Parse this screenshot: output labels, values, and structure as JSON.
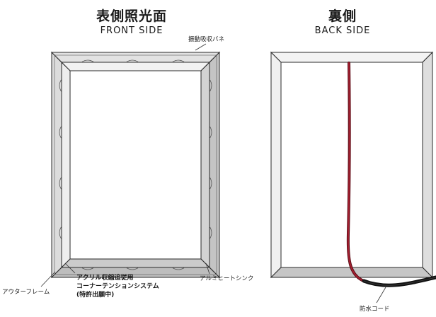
{
  "front": {
    "title_ja": "表側照光面",
    "title_en": "FRONT SIDE",
    "labels": {
      "spring": "振動吸収バネ",
      "outer_frame": "アウターフレーム",
      "corner_line1": "アクリル収縮追従用",
      "corner_line2": "コーナーテンションシステム",
      "corner_line3": "(特許出願中)",
      "heatsink": "アルミヒートシンク"
    }
  },
  "back": {
    "title_ja": "裏側",
    "title_en": "BACK SIDE",
    "labels": {
      "cord": "防水コード"
    }
  },
  "colors": {
    "frame_light": "#e6e6e6",
    "frame_mid": "#cfcfcf",
    "frame_dark": "#b5b5b5",
    "cord_red": "#9b1b2a",
    "cord_black": "#151515"
  }
}
